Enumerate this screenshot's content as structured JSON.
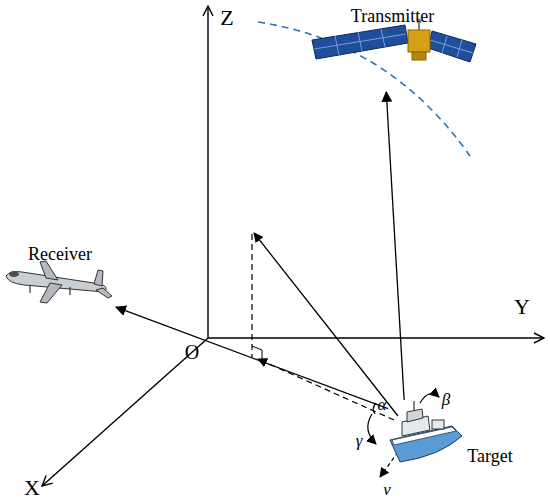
{
  "diagram": {
    "nodes": [
      {
        "text": [
          "Transmitter"
        ]
      },
      {
        "text": [
          "Receiver"
        ]
      },
      {
        "text": [
          "Target"
        ]
      }
    ],
    "edges": [
      {
        "from": 2,
        "to": 0,
        "arrow": "to"
      },
      {
        "from": 2,
        "to": 1,
        "arrow": "to"
      }
    ],
    "labels": [
      "Z",
      "Y",
      "X",
      "O",
      "α",
      "β",
      "γ",
      "v"
    ]
  }
}
